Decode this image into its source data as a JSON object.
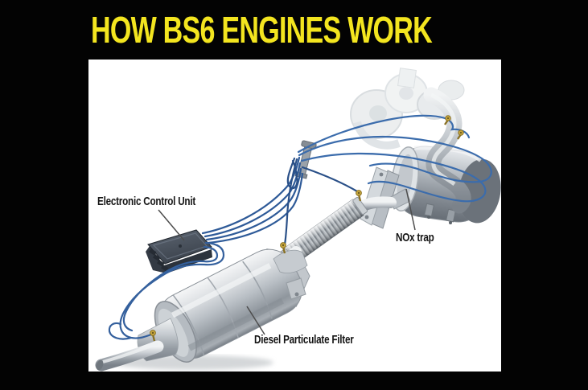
{
  "title": "HOW BS6 ENGINES WORK",
  "labels": {
    "ecu": "Electronic Control Unit",
    "nox": "NOx trap",
    "dpf": "Diesel Particulate Filter"
  },
  "colors": {
    "background": "#030303",
    "panel": "#ffffff",
    "title_yellow": "#f3e51f",
    "wire_blue": "#2e5a98",
    "sensor_gold": "#c9a83e",
    "label_text": "#141414",
    "metal_light": "#eef0f2",
    "metal_dark": "#7e858c",
    "ecu_body": "#454e5a"
  }
}
